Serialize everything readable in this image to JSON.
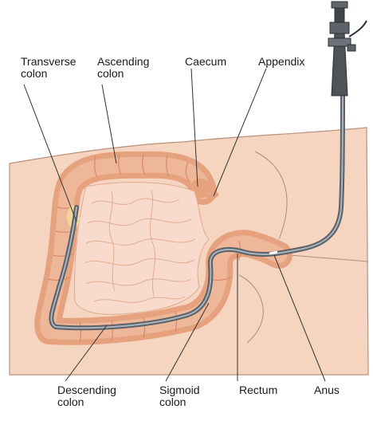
{
  "labels": {
    "transverse_colon": [
      "Transverse",
      "colon"
    ],
    "ascending_colon": [
      "Ascending",
      "colon"
    ],
    "caecum": [
      "Caecum"
    ],
    "appendix": [
      "Appendix"
    ],
    "descending_colon": [
      "Descending",
      "colon"
    ],
    "sigmoid_colon": [
      "Sigmoid",
      "colon"
    ],
    "rectum": [
      "Rectum"
    ],
    "anus": [
      "Anus"
    ]
  },
  "colors": {
    "background": "#ffffff",
    "skin": "#f6d5c0",
    "skin_outline": "#9a7b6a",
    "colon": "#e9a784",
    "colon_fold": "#d9896a",
    "small_intestine": "#f8dbcc",
    "scope_tube": "#6d7278",
    "scope_highlight": "#a5adb6",
    "leader_line": "#3a3a3a"
  }
}
